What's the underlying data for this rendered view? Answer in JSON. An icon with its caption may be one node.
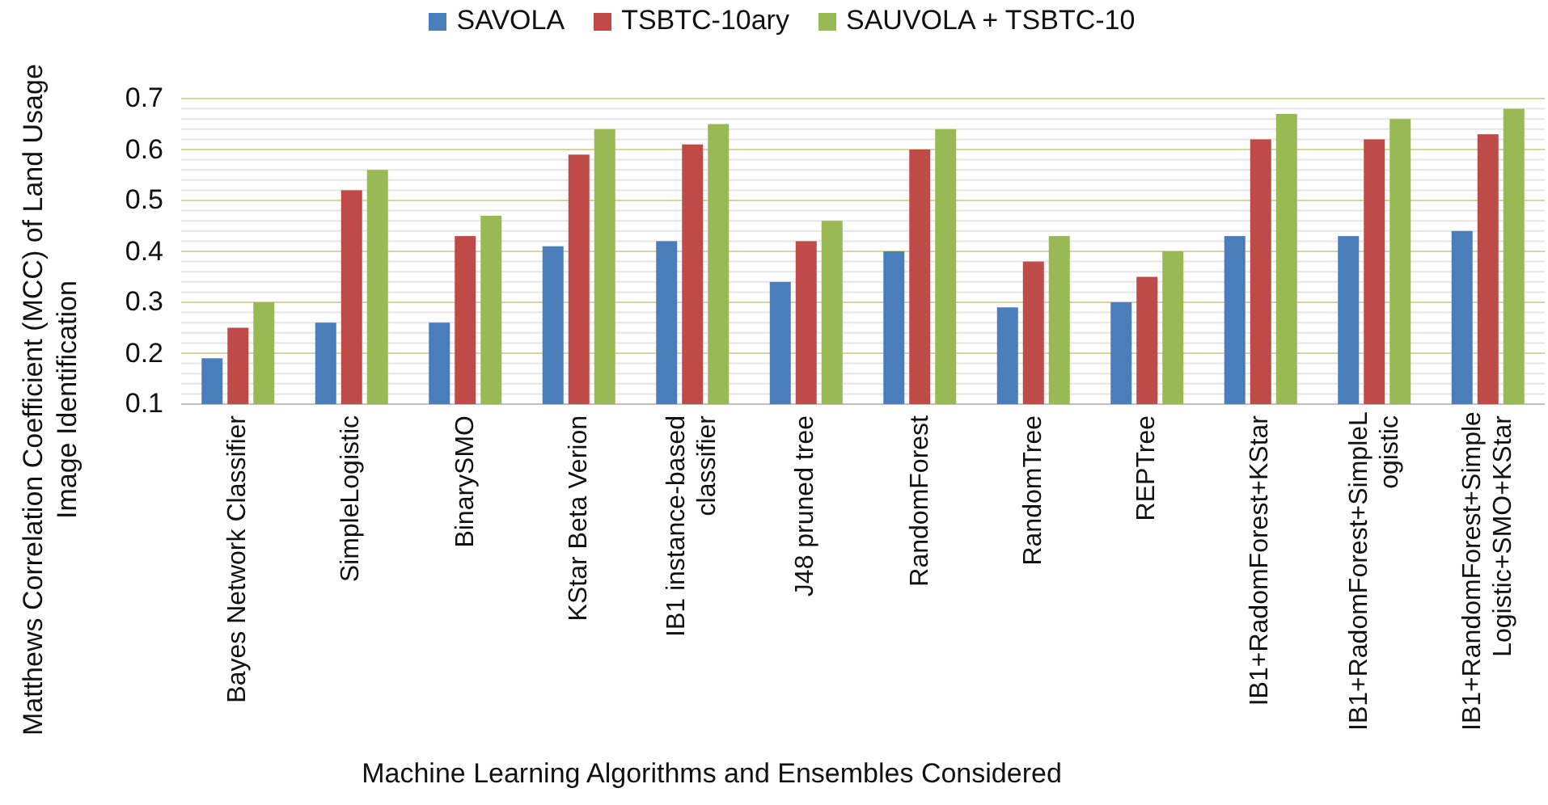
{
  "diagram": {
    "chart_data": {
      "type": "bar",
      "xlabel": "Machine Learning Algorithms and Ensembles Considered",
      "ylabel": "Matthews Correlation Coefficient (MCC) of Land Usage Image Identification",
      "categories": [
        "Bayes Network Classifier",
        "SimpleLogistic",
        "BinarySMO",
        "KStar Beta Verion",
        "IB1 instance-based classifier",
        "J48 pruned tree",
        "RandomForest",
        "RandomTree",
        "REPTree",
        "IB1+RadomForest+KStar",
        "IB1+RadomForest+SimpleL ogistic",
        "IB1+RandomForest+Simple Logistic+SMO+KStar"
      ],
      "series": [
        {
          "name": "SAVOLA",
          "color": "#4a7ebb",
          "values": [
            0.19,
            0.26,
            0.26,
            0.41,
            0.42,
            0.34,
            0.4,
            0.29,
            0.3,
            0.43,
            0.43,
            0.44
          ]
        },
        {
          "name": "TSBTC-10ary",
          "color": "#be4b48",
          "values": [
            0.25,
            0.52,
            0.43,
            0.59,
            0.61,
            0.42,
            0.6,
            0.38,
            0.35,
            0.62,
            0.62,
            0.63
          ]
        },
        {
          "name": "SAUVOLA + TSBTC-10",
          "color": "#98b954",
          "values": [
            0.3,
            0.56,
            0.47,
            0.64,
            0.65,
            0.46,
            0.64,
            0.43,
            0.4,
            0.67,
            0.66,
            0.68
          ]
        }
      ],
      "grid": true,
      "legend": "top",
      "ylim": [
        0.1,
        0.7
      ],
      "yticks": [
        0.1,
        0.2,
        0.3,
        0.4,
        0.5,
        0.6,
        0.7
      ]
    }
  }
}
